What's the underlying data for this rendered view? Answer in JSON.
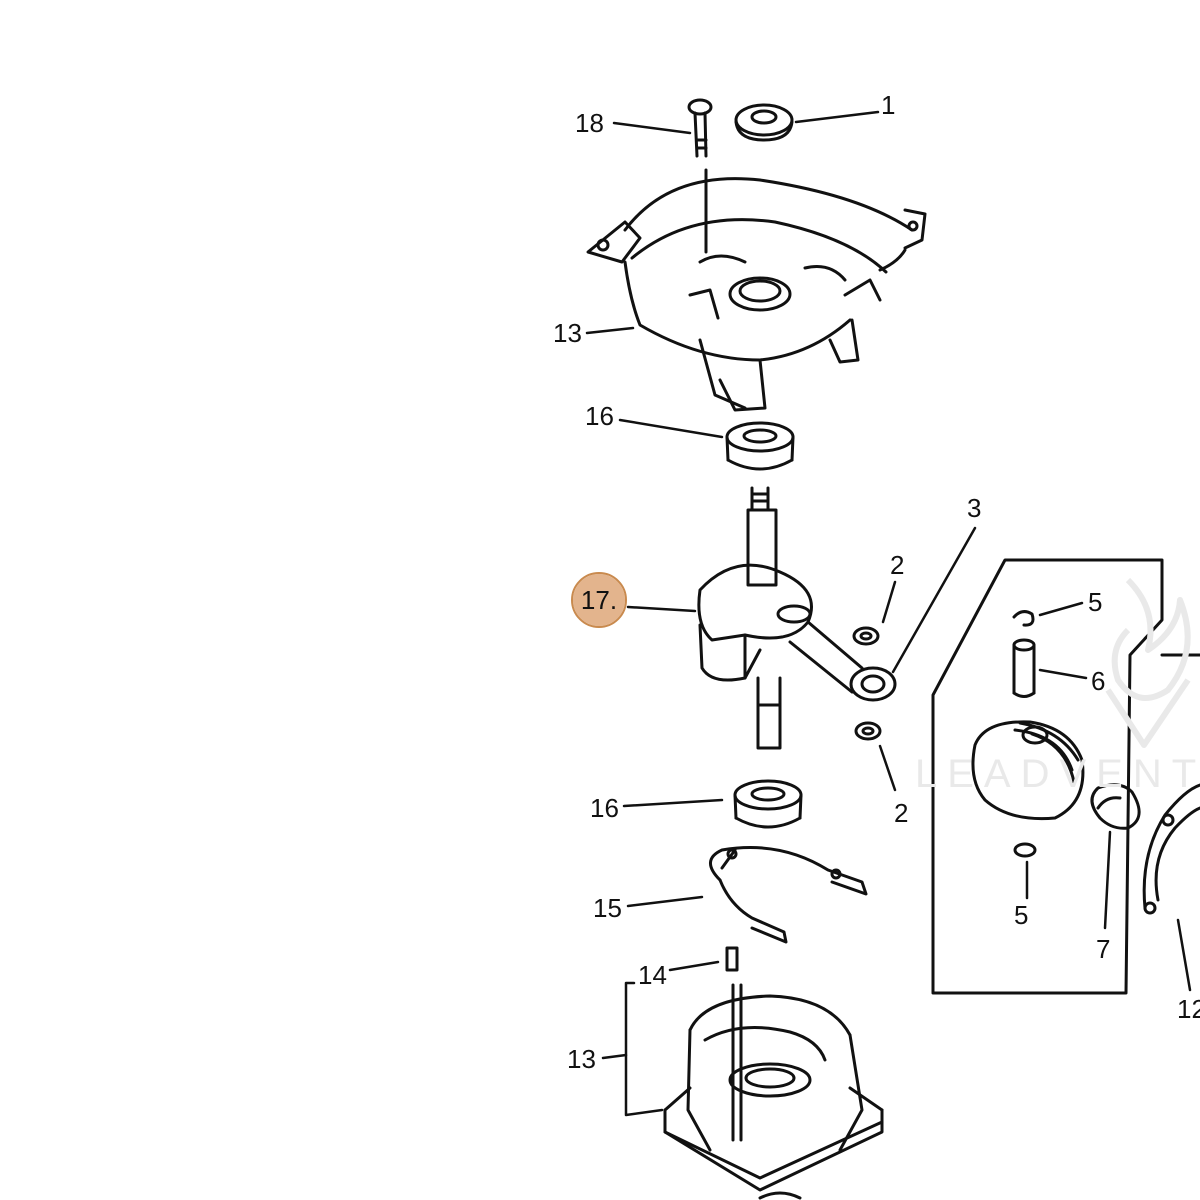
{
  "colors": {
    "line": "#111111",
    "highlight_fill": "#e3b48d",
    "highlight_border": "#c98a4e",
    "watermark": "#e9e9e9"
  },
  "callouts": {
    "c18": "18",
    "c1": "1",
    "c13_top": "13",
    "c16_top": "16",
    "c3": "3",
    "c2_top": "2",
    "c17": "17.",
    "c5_top": "5",
    "c6": "6",
    "c2_bottom": "2",
    "c16_bottom": "16",
    "c15": "15",
    "c5_bottom": "5",
    "c7": "7",
    "c12": "12",
    "c14": "14",
    "c13_bottom": "13"
  },
  "watermark": {
    "text": "LEADVENT",
    "logo_icon": "flame-logo-icon"
  }
}
